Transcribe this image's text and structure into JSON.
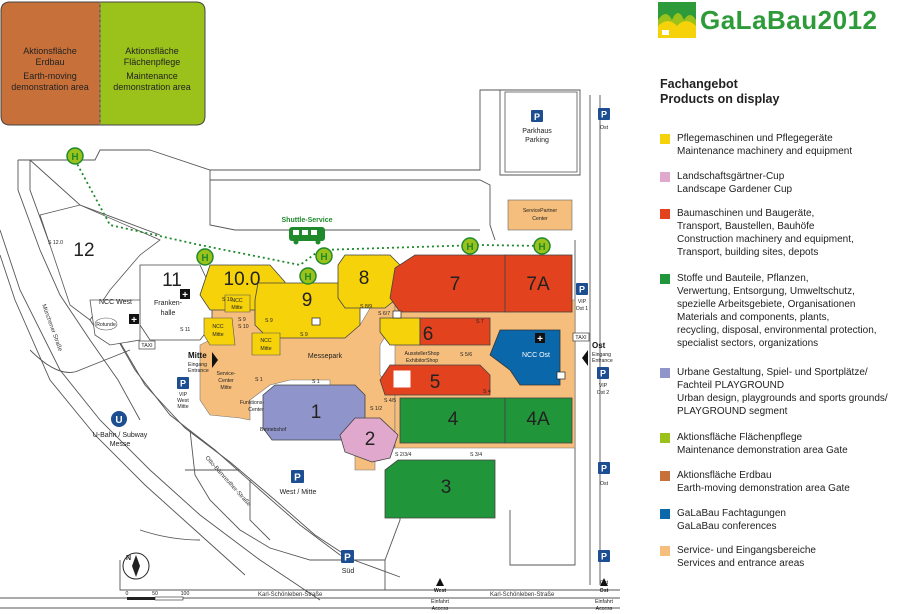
{
  "logo": {
    "text": "GaLaBau2012"
  },
  "legend": {
    "title_de": "Fachangebot",
    "title_en": "Products on display",
    "items": [
      {
        "color": "#f5d20a",
        "lines": [
          "Pflegemaschinen und Pflegegeräte",
          "Maintenance machinery and equipment"
        ]
      },
      {
        "color": "#e0a8cc",
        "lines": [
          "Landschaftsgärtner-Cup",
          "Landscape Gardener Cup"
        ]
      },
      {
        "color": "#e2431e",
        "lines": [
          "Baumaschinen und Baugeräte,",
          "Transport, Baustellen, Bauhöfe",
          "Construction machinery and equipment,",
          "Transport, building sites, depots"
        ]
      },
      {
        "color": "#21953a",
        "lines": [
          "Stoffe und Bauteile, Pflanzen,",
          "Verwertung, Entsorgung, Umweltschutz,",
          "spezielle Arbeitsgebiete, Organisationen",
          "Materials and components, plants,",
          "recycling, disposal, environmental protection,",
          "specialist sectors, organizations"
        ]
      },
      {
        "color": "#8f94cb",
        "lines": [
          "Urbane Gestaltung, Spiel- und Sportplätze/",
          "Fachteil PLAYGROUND",
          "Urban design, playgrounds and sports grounds/",
          "PLAYGROUND segment"
        ]
      },
      {
        "color": "#9bc21b",
        "lines": [
          "Aktionsfläche Flächenpflege",
          "Maintenance demonstration area Gate"
        ]
      },
      {
        "color": "#c8703a",
        "lines": [
          "Aktionsfläche Erdbau",
          "Earth-moving demonstration area Gate"
        ]
      },
      {
        "color": "#0a67aa",
        "lines": [
          "GaLaBau Fachtagungen",
          "GaLaBau conferences"
        ]
      },
      {
        "color": "#f6be7c",
        "lines": [
          "Service- und Eingangsbereiche",
          "Services and entrance areas"
        ]
      }
    ]
  },
  "demo_areas": {
    "earth": [
      "Aktionsfläche",
      "Erdbau",
      "Earth-moving",
      "demonstration area"
    ],
    "maintenance": [
      "Aktionsfläche",
      "Flächenpflege",
      "Maintenance",
      "demonstration area"
    ]
  },
  "halls": {
    "h1": "1",
    "h2": "2",
    "h3": "3",
    "h4": "4",
    "h4a": "4A",
    "h5": "5",
    "h6": "6",
    "h7": "7",
    "h7a": "7A",
    "h8": "8",
    "h9": "9",
    "h10": "10.0",
    "h11": "11",
    "h12": "12"
  },
  "places": {
    "parkhaus": [
      "Parkhaus",
      "Parking"
    ],
    "servicepartner": [
      "ServicePartner",
      "Center"
    ],
    "shuttle": "Shuttle-Service",
    "messepark": "Messepark",
    "ncc_west": "NCC West",
    "rotunde": "Rotunde",
    "frankenhalle": [
      "Franken-",
      "halle"
    ],
    "ncc_mitte_a": [
      "NCC",
      "Mitte"
    ],
    "ncc_mitte_b": [
      "NCC",
      "Mitte"
    ],
    "ncc_mitte_c": [
      "NCC",
      "Mitte"
    ],
    "service_center": [
      "Service-",
      "Center",
      "Mitte"
    ],
    "funktions": [
      "Funktions-",
      "Center"
    ],
    "betriebshof": "Betriebshof",
    "mitte_entrance": [
      "Mitte",
      "Eingang",
      "Entrance"
    ],
    "ost_entrance": [
      "Ost",
      "Eingang",
      "Entrance"
    ],
    "ncc_ost": "NCC Ost",
    "aussteller": [
      "AusstellerShop",
      "ExhibitorShop"
    ],
    "ubahn": [
      "U-Bahn / Subway",
      "Messe"
    ],
    "west_mitte": "West / Mitte",
    "sued": "Süd",
    "vip_west": [
      "VIP",
      "West",
      "Mitte"
    ],
    "vip_ost1": [
      "VIP",
      "Ost 1"
    ],
    "vip_ost2": [
      "VIP",
      "Ost 2"
    ],
    "ost_p1": "Ost",
    "ost_p2": "Ost",
    "ost_p3": "Ost",
    "taxi1": "TAXI",
    "taxi2": "TAXI",
    "west_access": [
      "West",
      "Einfahrt",
      "Access"
    ],
    "ost_access": [
      "Ost",
      "Einfahrt",
      "Access"
    ]
  },
  "roads": {
    "muenchener": "Münchener Straße",
    "otto": "Otto-Bärnreuther-Straße",
    "karl1": "Karl-Schönleben-Straße",
    "karl2": "Karl-Schönleben-Straße"
  },
  "stairs": {
    "s12": "S 12.0",
    "s10": "S 10",
    "s11": "S 11",
    "s9a": "S 9",
    "s9b": "S 9",
    "s9_10": [
      "S 9",
      "S 10"
    ],
    "s8_9": "S 8/9",
    "s6_7": "S 6/7",
    "s7": "S 7",
    "s5_6": "S 5/6",
    "s4": "S 4",
    "s4_5": "S 4/5",
    "s1_2": "S 1/2",
    "s1a": "S 1",
    "s1b": "S 1",
    "s234": "S 2/3/4",
    "s34": "S 3/4"
  },
  "scale": {
    "labels": [
      "0",
      "50",
      "100"
    ]
  },
  "compass": "N"
}
